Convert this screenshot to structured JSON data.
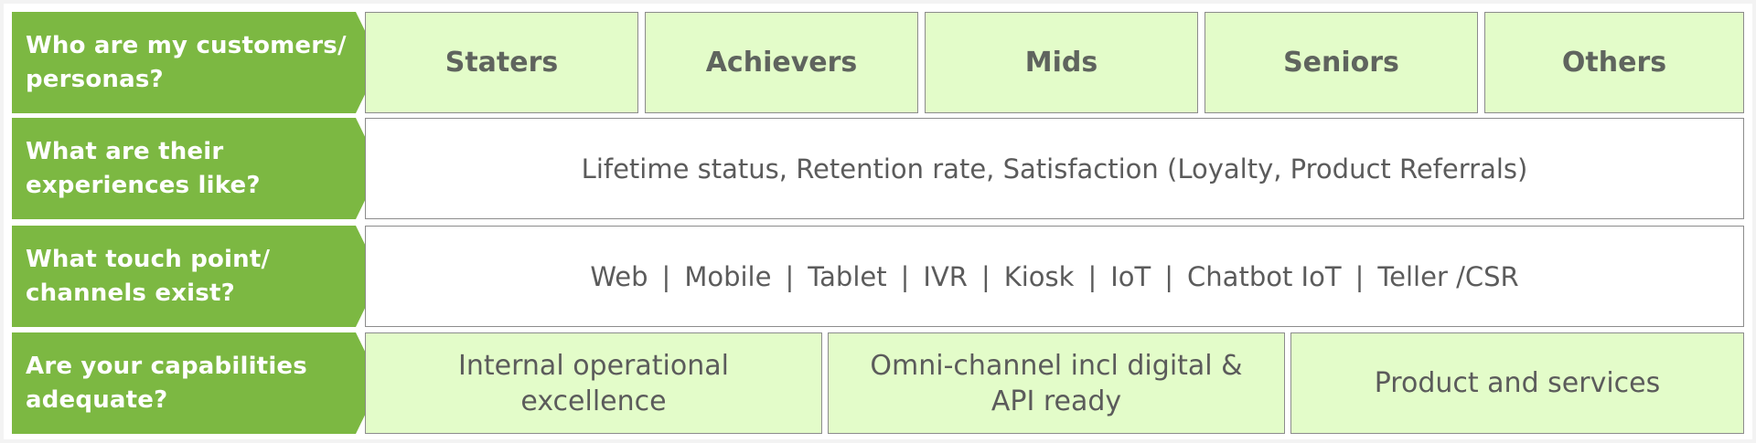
{
  "rows": [
    {
      "question": "Who are my customers/ personas?"
    },
    {
      "question": "What are their experiences like?"
    },
    {
      "question": "What touch point/ channels exist?"
    },
    {
      "question": "Are your capabilities adequate?"
    }
  ],
  "personas": [
    "Staters",
    "Achievers",
    "Mids",
    "Seniors",
    "Others"
  ],
  "experiences": "Lifetime status, Retention rate, Satisfaction (Loyalty, Product Referrals)",
  "channels": [
    "Web",
    "Mobile",
    "Tablet",
    "IVR",
    "Kiosk",
    "IoT",
    "Chatbot IoT",
    "Teller /CSR"
  ],
  "channel_separator": "|",
  "capabilities": [
    "Internal operational excellence",
    "Omni-channel incl digital & API ready",
    "Product and services"
  ],
  "colors": {
    "chevron": "#7cb842",
    "cell_fill": "#e3fcc9",
    "cell_border": "#8c8c8c",
    "text": "#5b5b5b"
  }
}
